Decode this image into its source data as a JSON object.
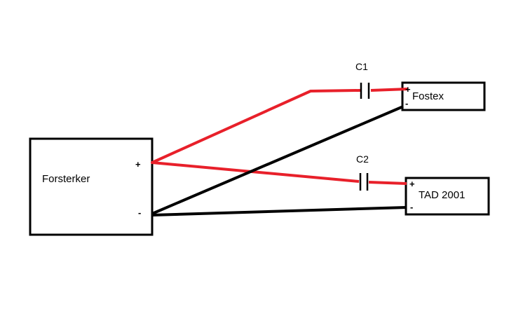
{
  "amplifier": {
    "label": "Forsterker",
    "plus": "+",
    "minus": "-"
  },
  "speakers": [
    {
      "label": "Fostex",
      "plus": "+",
      "minus": "-"
    },
    {
      "label": "TAD 2001",
      "plus": "+",
      "minus": "-"
    }
  ],
  "capacitors": [
    {
      "label": "C1"
    },
    {
      "label": "C2"
    }
  ],
  "colors": {
    "positive_wire": "#e8202a",
    "negative_wire": "#000000",
    "box_stroke": "#000000"
  }
}
